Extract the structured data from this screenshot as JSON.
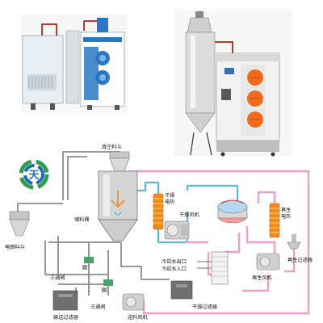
{
  "colors": {
    "vacuum_line": "#8a8a8a",
    "cooling_line": "#57bcd6",
    "regen_line": "#f0a0c6",
    "heater": "#f28a1b",
    "frame": "#b9b9b9",
    "logo_green": "#2e9f48",
    "logo_blue": "#1e6cb8"
  },
  "logo": {
    "text": "天",
    "icon": "company-logo"
  },
  "labels": {
    "vacuum_hopper": "真空料斗",
    "storage_bin": "储料桶",
    "drying_heater": "干燥电热",
    "drying_fan": "干燥风机",
    "regen_heater": "再生电热",
    "electric_eye_hopper": "电眼料斗",
    "three_way_valve_1": "三通阀",
    "three_way_valve_2": "三通阀",
    "cooling_water_out": "冷却水出口",
    "cooling_water_in": "冷却水入口",
    "regen_filter": "再生过滤器",
    "regen_fan": "再生风机",
    "delivery_filter": "输送过滤器",
    "feed_fan": "送料风机",
    "dry_filter": "干燥过滤器"
  }
}
